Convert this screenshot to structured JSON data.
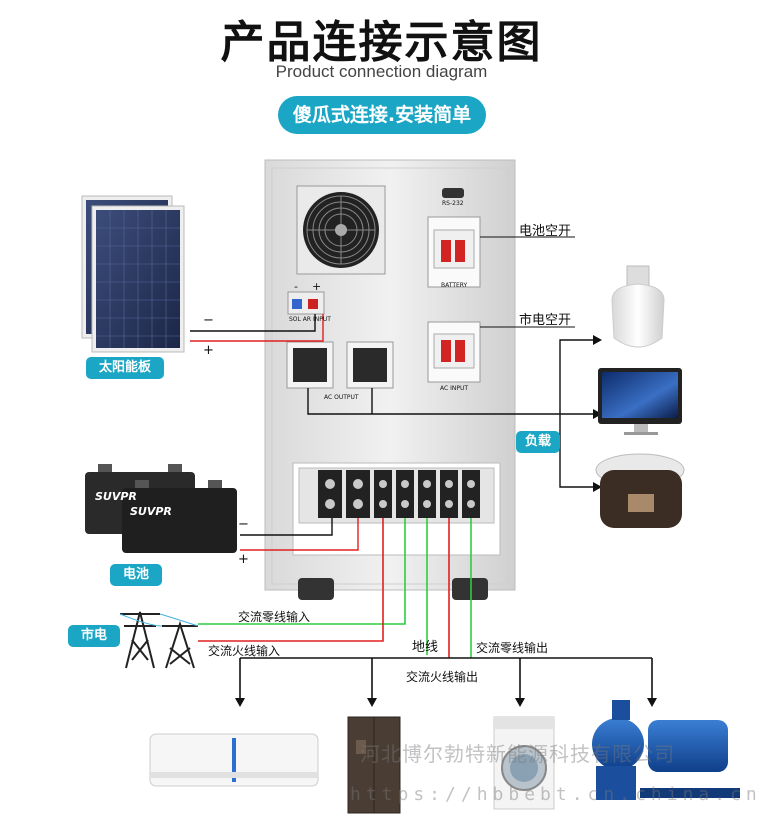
{
  "header": {
    "title": "产品连接示意图",
    "subtitle": "Product connection diagram",
    "badge": "傻瓜式连接.安装简单"
  },
  "inverter": {
    "port_rs232": "RS-232",
    "breaker_battery_label": "BATTERY",
    "breaker_ac_input_label": "AC INPUT",
    "solar_input_label": "SOL AR INPUT",
    "ac_output_label": "AC OUTPUT",
    "solar_minus": "-",
    "solar_plus": "+"
  },
  "labels": {
    "battery_breaker": "电池空开",
    "mains_breaker": "市电空开",
    "solar_panel": "太阳能板",
    "battery": "电池",
    "mains": "市电",
    "load": "负载",
    "ac_neutral_in": "交流零线输入",
    "ac_live_in": "交流火线输入",
    "ground": "地线",
    "ac_neutral_out": "交流零线输出",
    "ac_live_out": "交流火线输出",
    "minus": "−",
    "plus": "+"
  },
  "battery_brand": "SUVPR",
  "watermark": {
    "company": "河北博尔勃特新能源科技有限公司",
    "url": "https://hbbebt.cn.china.cn"
  },
  "colors": {
    "accent": "#1aa6c4",
    "wire_red": "#e02020",
    "wire_green": "#2ecc40",
    "wire_black": "#111111"
  }
}
